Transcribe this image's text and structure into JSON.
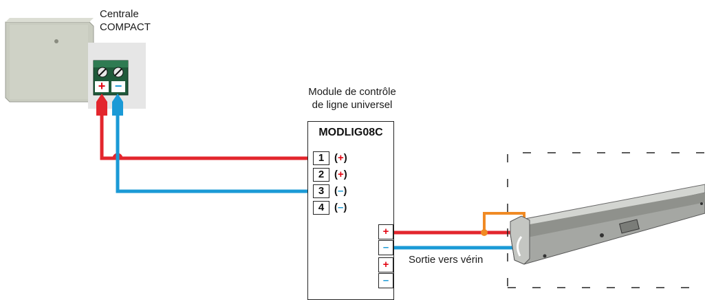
{
  "centrale": {
    "line1": "Centrale",
    "line2": "COMPACT",
    "terminal_plus": "+",
    "terminal_minus": "−"
  },
  "module": {
    "caption_line1": "Module de contrôle",
    "caption_line2": "de ligne universel",
    "name": "MODLIG08C",
    "inputs": [
      {
        "number": "1",
        "open": "(",
        "sign": "+",
        "close": ")",
        "polarity": "plus"
      },
      {
        "number": "2",
        "open": "(",
        "sign": "+",
        "close": ")",
        "polarity": "plus"
      },
      {
        "number": "3",
        "open": "(",
        "sign": "–",
        "close": ")",
        "polarity": "minus"
      },
      {
        "number": "4",
        "open": "(",
        "sign": "–",
        "close": ")",
        "polarity": "minus"
      }
    ],
    "outputs": [
      "+",
      "–",
      "+",
      "–"
    ]
  },
  "output_label": "Sortie vers vérin",
  "colors": {
    "positive_wire": "#e3262d",
    "negative_wire": "#1b9ad6",
    "bridge_wire": "#f08a24",
    "frame_dash": "#222222"
  }
}
